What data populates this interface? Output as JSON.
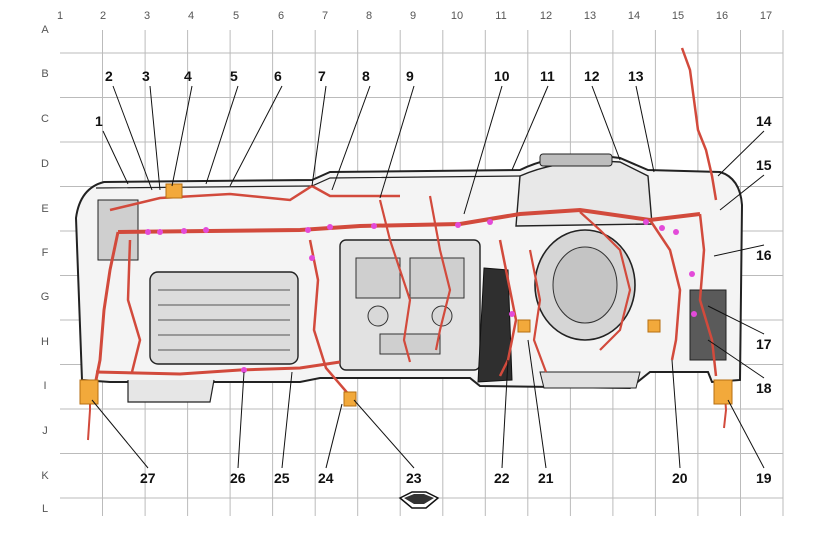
{
  "grid": {
    "columns": [
      "1",
      "2",
      "3",
      "4",
      "5",
      "6",
      "7",
      "8",
      "9",
      "10",
      "11",
      "12",
      "13",
      "14",
      "15",
      "16",
      "17"
    ],
    "rows": [
      "A",
      "B",
      "C",
      "D",
      "E",
      "F",
      "G",
      "H",
      "I",
      "J",
      "K",
      "L"
    ]
  },
  "callouts": [
    {
      "num": "1"
    },
    {
      "num": "2"
    },
    {
      "num": "3"
    },
    {
      "num": "4"
    },
    {
      "num": "5"
    },
    {
      "num": "6"
    },
    {
      "num": "7"
    },
    {
      "num": "8"
    },
    {
      "num": "9"
    },
    {
      "num": "10"
    },
    {
      "num": "11"
    },
    {
      "num": "12"
    },
    {
      "num": "13"
    },
    {
      "num": "14"
    },
    {
      "num": "15"
    },
    {
      "num": "16"
    },
    {
      "num": "17"
    },
    {
      "num": "18"
    },
    {
      "num": "19"
    },
    {
      "num": "20"
    },
    {
      "num": "21"
    },
    {
      "num": "22"
    },
    {
      "num": "23"
    },
    {
      "num": "24"
    },
    {
      "num": "25"
    },
    {
      "num": "26"
    },
    {
      "num": "27"
    }
  ],
  "colors": {
    "harness": "#d24a3c",
    "connector": "#e34ad9",
    "module": "#f2a93b",
    "grid_line": "#bbbbbb",
    "panel_stroke": "#222222"
  },
  "icons": {
    "direction": "front-arrow-icon"
  }
}
